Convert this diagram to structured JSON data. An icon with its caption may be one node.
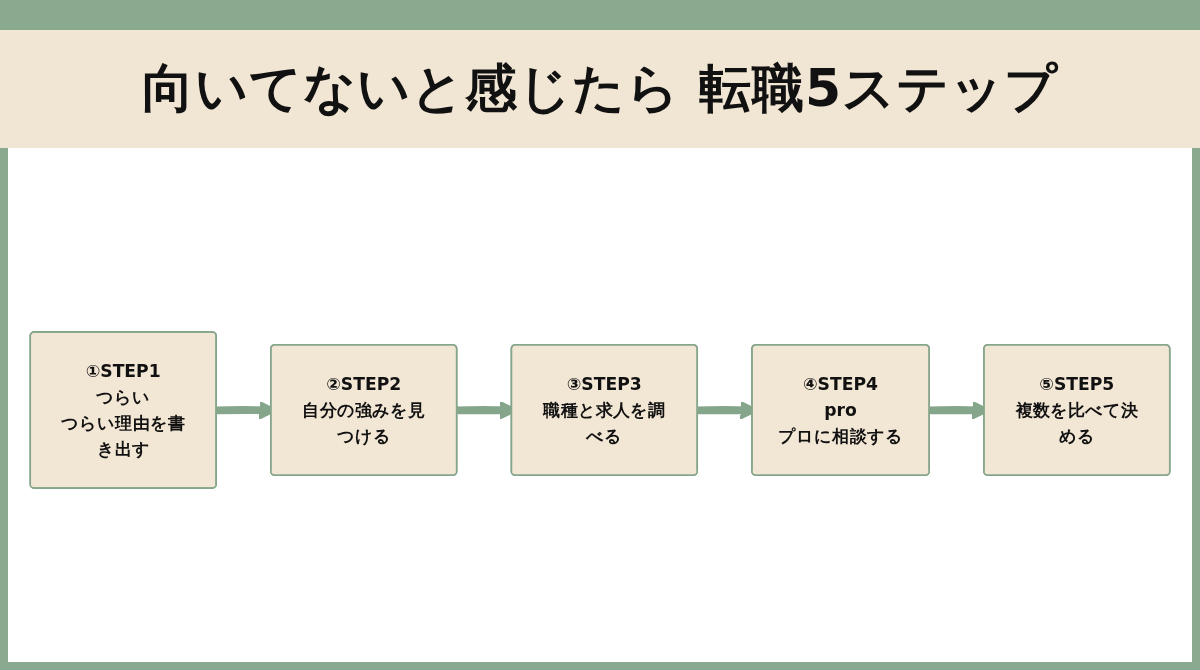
{
  "diagram": {
    "title": "向いてないと感じたら 転職5ステップ",
    "nodes": [
      {
        "text": [
          "①STEP1",
          "つらい",
          "つらい理由を書き出す"
        ]
      },
      {
        "text": [
          "②STEP2",
          "自分の強みを見つける"
        ]
      },
      {
        "text": [
          "③STEP3",
          "職種と求人を調べる"
        ]
      },
      {
        "text": [
          "④STEP4",
          "pro",
          "プロに相談する"
        ]
      },
      {
        "text": [
          "⑤STEP5",
          "複数を比べて決める"
        ]
      }
    ],
    "edges": [
      {
        "from": 0,
        "to": 1,
        "arrow": "to"
      },
      {
        "from": 1,
        "to": 2,
        "arrow": "to"
      },
      {
        "from": 2,
        "to": 3,
        "arrow": "to"
      },
      {
        "from": 3,
        "to": 4,
        "arrow": "to"
      }
    ]
  }
}
